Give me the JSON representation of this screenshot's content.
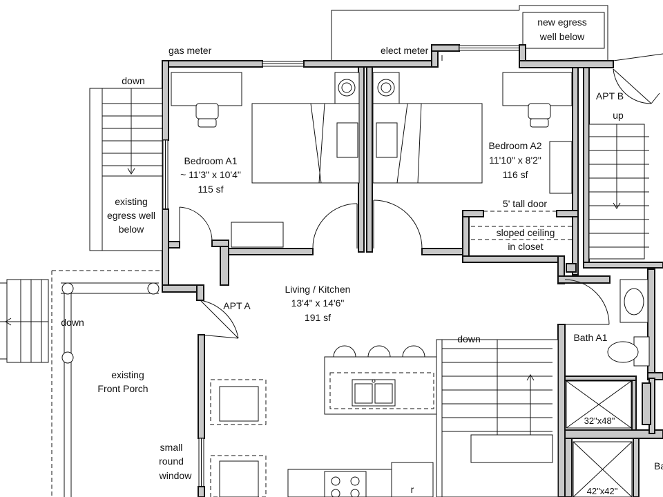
{
  "labels": {
    "gas_meter": "gas meter",
    "elect_meter": "elect meter",
    "new_egress_line1": "new egress",
    "new_egress_line2": "well below",
    "down_left_stair": "down",
    "apt_b": "APT B",
    "up": "up",
    "bedroom_a1": {
      "name": "Bedroom A1",
      "dims": "~ 11'3\" x 10'4\"",
      "area": "115 sf"
    },
    "bedroom_a2": {
      "name": "Bedroom A2",
      "dims": "11'10\" x 8'2\"",
      "area": "116 sf"
    },
    "existing_egress_line1": "existing",
    "existing_egress_line2": "egress well",
    "existing_egress_line3": "below",
    "five_ft_door": "5' tall door",
    "sloped_ceiling_line1": "sloped ceiling",
    "sloped_ceiling_line2": "in closet",
    "living_kitchen": {
      "name": "Living / Kitchen",
      "dims": "13'4\" x 14'6\"",
      "area": "191 sf"
    },
    "apt_a": "APT A",
    "down_porch": "down",
    "front_porch_line1": "existing",
    "front_porch_line2": "Front Porch",
    "down_center_stair": "down",
    "bath_a1": "Bath A1",
    "shower_a": "32\"x48\"",
    "shower_b": "42\"x42\"",
    "small_window_line1": "small",
    "small_window_line2": "round",
    "small_window_line3": "window",
    "ba_partial": "Ba",
    "fridge": "r"
  }
}
